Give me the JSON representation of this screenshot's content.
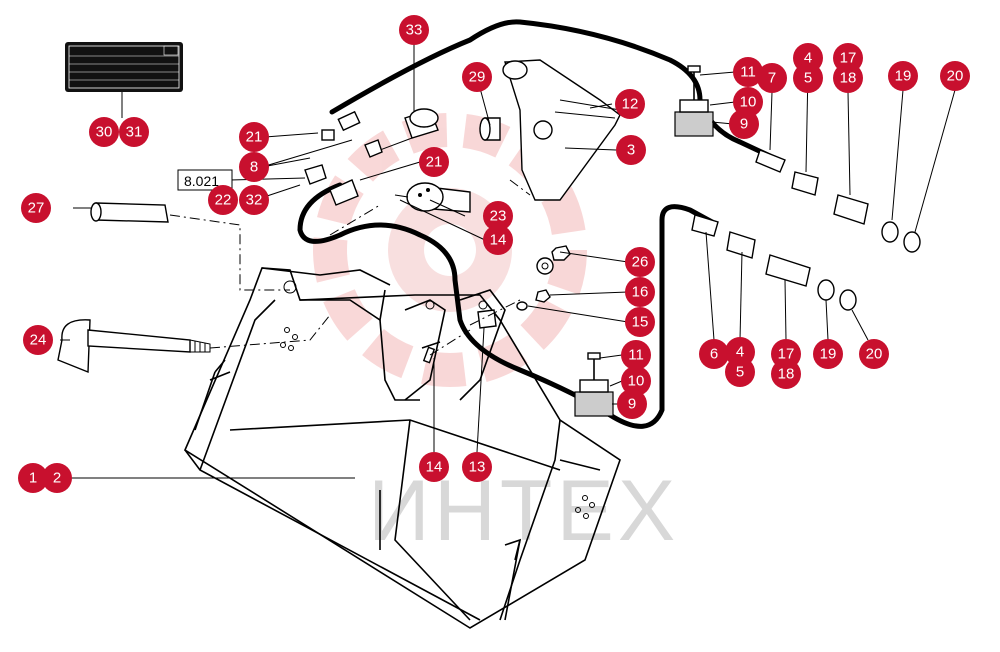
{
  "watermark": {
    "text": "ИНТЕХ",
    "logo_color": "#f4c6c6"
  },
  "reference_box": {
    "text": "8.021"
  },
  "callouts": [
    {
      "label": "33"
    },
    {
      "label": "29"
    },
    {
      "label": "11"
    },
    {
      "label": "4"
    },
    {
      "label": "17"
    },
    {
      "label": "5"
    },
    {
      "label": "7"
    },
    {
      "label": "18"
    },
    {
      "label": "19"
    },
    {
      "label": "20"
    },
    {
      "label": "12"
    },
    {
      "label": "10"
    },
    {
      "label": "9"
    },
    {
      "label": "3"
    },
    {
      "label": "30"
    },
    {
      "label": "31"
    },
    {
      "label": "21"
    },
    {
      "label": "8"
    },
    {
      "label": "21"
    },
    {
      "label": "22"
    },
    {
      "label": "32"
    },
    {
      "label": "23"
    },
    {
      "label": "14"
    },
    {
      "label": "27"
    },
    {
      "label": "26"
    },
    {
      "label": "16"
    },
    {
      "label": "15"
    },
    {
      "label": "24"
    },
    {
      "label": "6"
    },
    {
      "label": "4"
    },
    {
      "label": "5"
    },
    {
      "label": "17"
    },
    {
      "label": "18"
    },
    {
      "label": "19"
    },
    {
      "label": "20"
    },
    {
      "label": "11"
    },
    {
      "label": "10"
    },
    {
      "label": "9"
    },
    {
      "label": "14"
    },
    {
      "label": "13"
    },
    {
      "label": "1"
    },
    {
      "label": "2"
    }
  ],
  "colors": {
    "callout": "#c8102e",
    "line": "#000000"
  }
}
